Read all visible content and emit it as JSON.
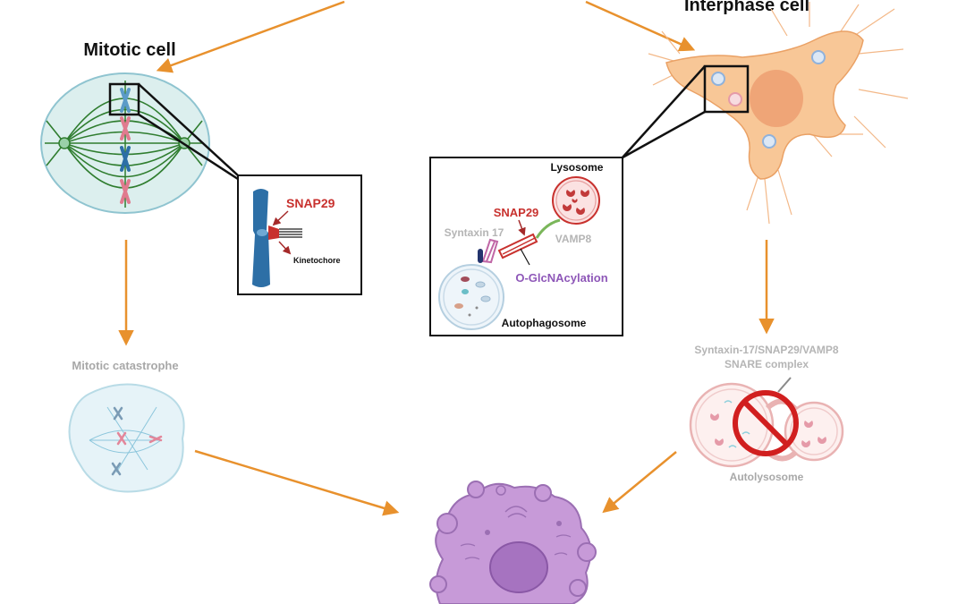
{
  "title": "",
  "mitotic": {
    "title": "Mitotic cell",
    "inset_protein": "SNAP29",
    "inset_structure": "Kinetochore",
    "outcome": "Mitotic catastrophe"
  },
  "interphase": {
    "title": "Interphase cell",
    "inset_lysosome": "Lysosome",
    "inset_snap29": "SNAP29",
    "inset_syntaxin": "Syntaxin 17",
    "inset_vamp8": "VAMP8",
    "inset_modification": "O-GlcNAcylation",
    "inset_autophagosome": "Autophagosome",
    "complex_line1": "Syntaxin-17/SNAP29/VAMP8",
    "complex_line2": "SNARE complex",
    "outcome": "Autolysosome"
  },
  "colors": {
    "arrow": "#e8912d",
    "snap29_red": "#c8312e",
    "faded_gray": "#b5b5b5",
    "purple_text": "#8e57b8",
    "cell_orange": "#f8c797",
    "dying_cell_purple": "#c79ad8",
    "spindle_green": "#2f7d2f",
    "chromosome_blue": "#2d6fa6",
    "prohibit_red": "#d11f1f"
  },
  "icons": [
    "mitotic-cell-icon",
    "interphase-cell-icon",
    "chromosome-icon",
    "catastrophe-cell-icon",
    "autolysosome-icon",
    "prohibited-icon",
    "dying-cell-icon"
  ]
}
